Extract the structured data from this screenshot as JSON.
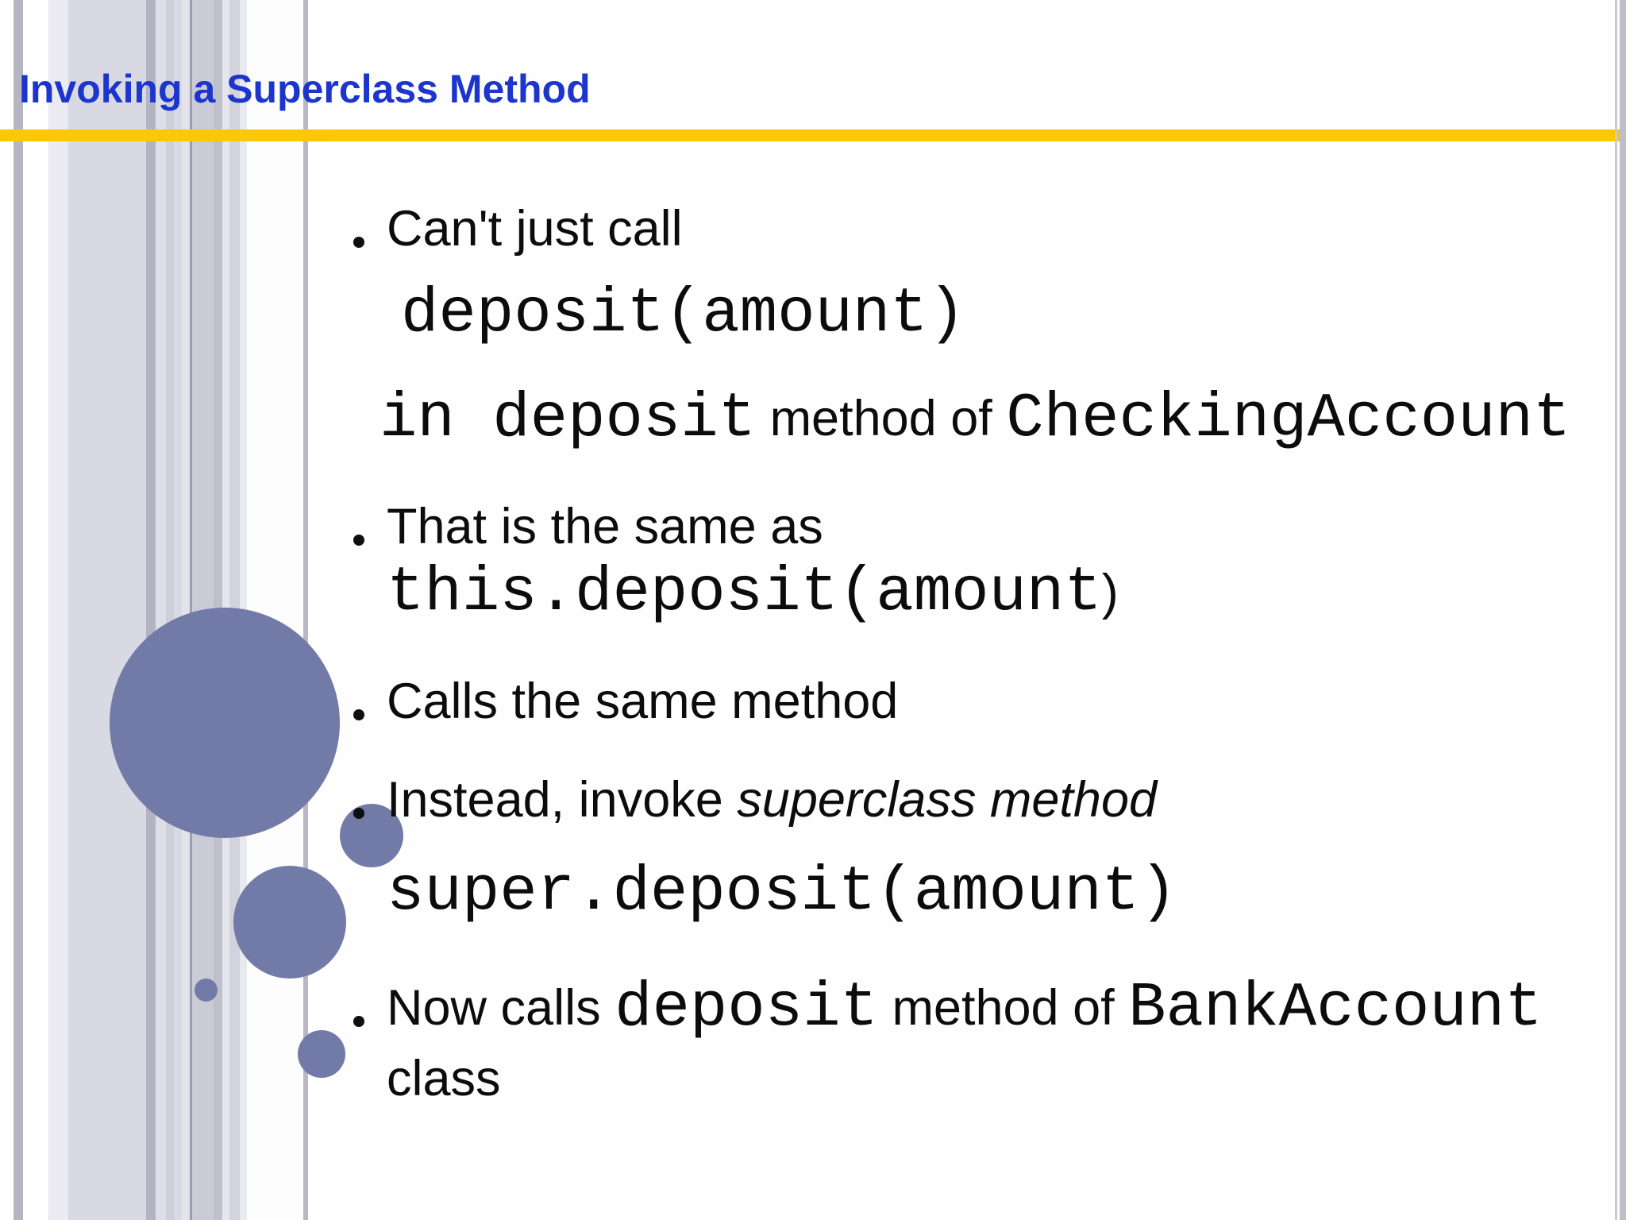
{
  "slide": {
    "title": "Invoking a Superclass Method",
    "accent_colors": {
      "title_blue": "#1b35cd",
      "rule_gold": "#fbc70a",
      "circle_blue": "#727aa8",
      "text_black": "#0c0c0c"
    },
    "lines": [
      {
        "id": "b1",
        "bullet": true,
        "segments": [
          {
            "t": "Can't just call",
            "f": "sans"
          }
        ]
      },
      {
        "id": "code1",
        "bullet": false,
        "segments": [
          {
            "t": "deposit(amount)",
            "f": "mono"
          }
        ]
      },
      {
        "id": "inline1",
        "bullet": false,
        "segments": [
          {
            "t": "in deposit",
            "f": "mono"
          },
          {
            "t": " method of ",
            "f": "sans"
          },
          {
            "t": "CheckingAccount",
            "f": "mono"
          }
        ]
      },
      {
        "id": "b2",
        "bullet": true,
        "segments": [
          {
            "t": "That is the same as",
            "f": "sans"
          }
        ]
      },
      {
        "id": "code2",
        "bullet": false,
        "segments": [
          {
            "t": "this.deposit(amount",
            "f": "mono"
          },
          {
            "t": ")",
            "f": "sans"
          }
        ]
      },
      {
        "id": "b3",
        "bullet": true,
        "segments": [
          {
            "t": "Calls the same method",
            "f": "sans"
          }
        ]
      },
      {
        "id": "b4",
        "bullet": true,
        "segments": [
          {
            "t": "Instead, invoke ",
            "f": "sans"
          },
          {
            "t": "superclass method",
            "f": "sans-italic"
          }
        ]
      },
      {
        "id": "code3",
        "bullet": false,
        "segments": [
          {
            "t": "super.deposit(amount)",
            "f": "mono"
          }
        ]
      },
      {
        "id": "b5",
        "bullet": true,
        "segments": [
          {
            "t": "Now calls ",
            "f": "sans"
          },
          {
            "t": "deposit",
            "f": "mono"
          },
          {
            "t": " method of ",
            "f": "sans"
          },
          {
            "t": "BankAccount",
            "f": "mono"
          }
        ]
      },
      {
        "id": "b5cont",
        "bullet": false,
        "segments": [
          {
            "t": "class",
            "f": "sans"
          }
        ]
      }
    ]
  }
}
